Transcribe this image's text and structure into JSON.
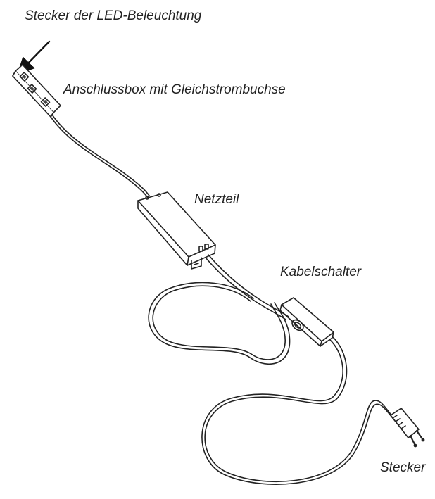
{
  "diagram": {
    "labels": {
      "led_connector": "Stecker der LED-Beleuchtung",
      "junction_box": "Anschlussbox mit Gleichstrombuchse",
      "power_supply": "Netzteil",
      "cable_switch": "Kabelschalter",
      "plug": "Stecker"
    }
  }
}
